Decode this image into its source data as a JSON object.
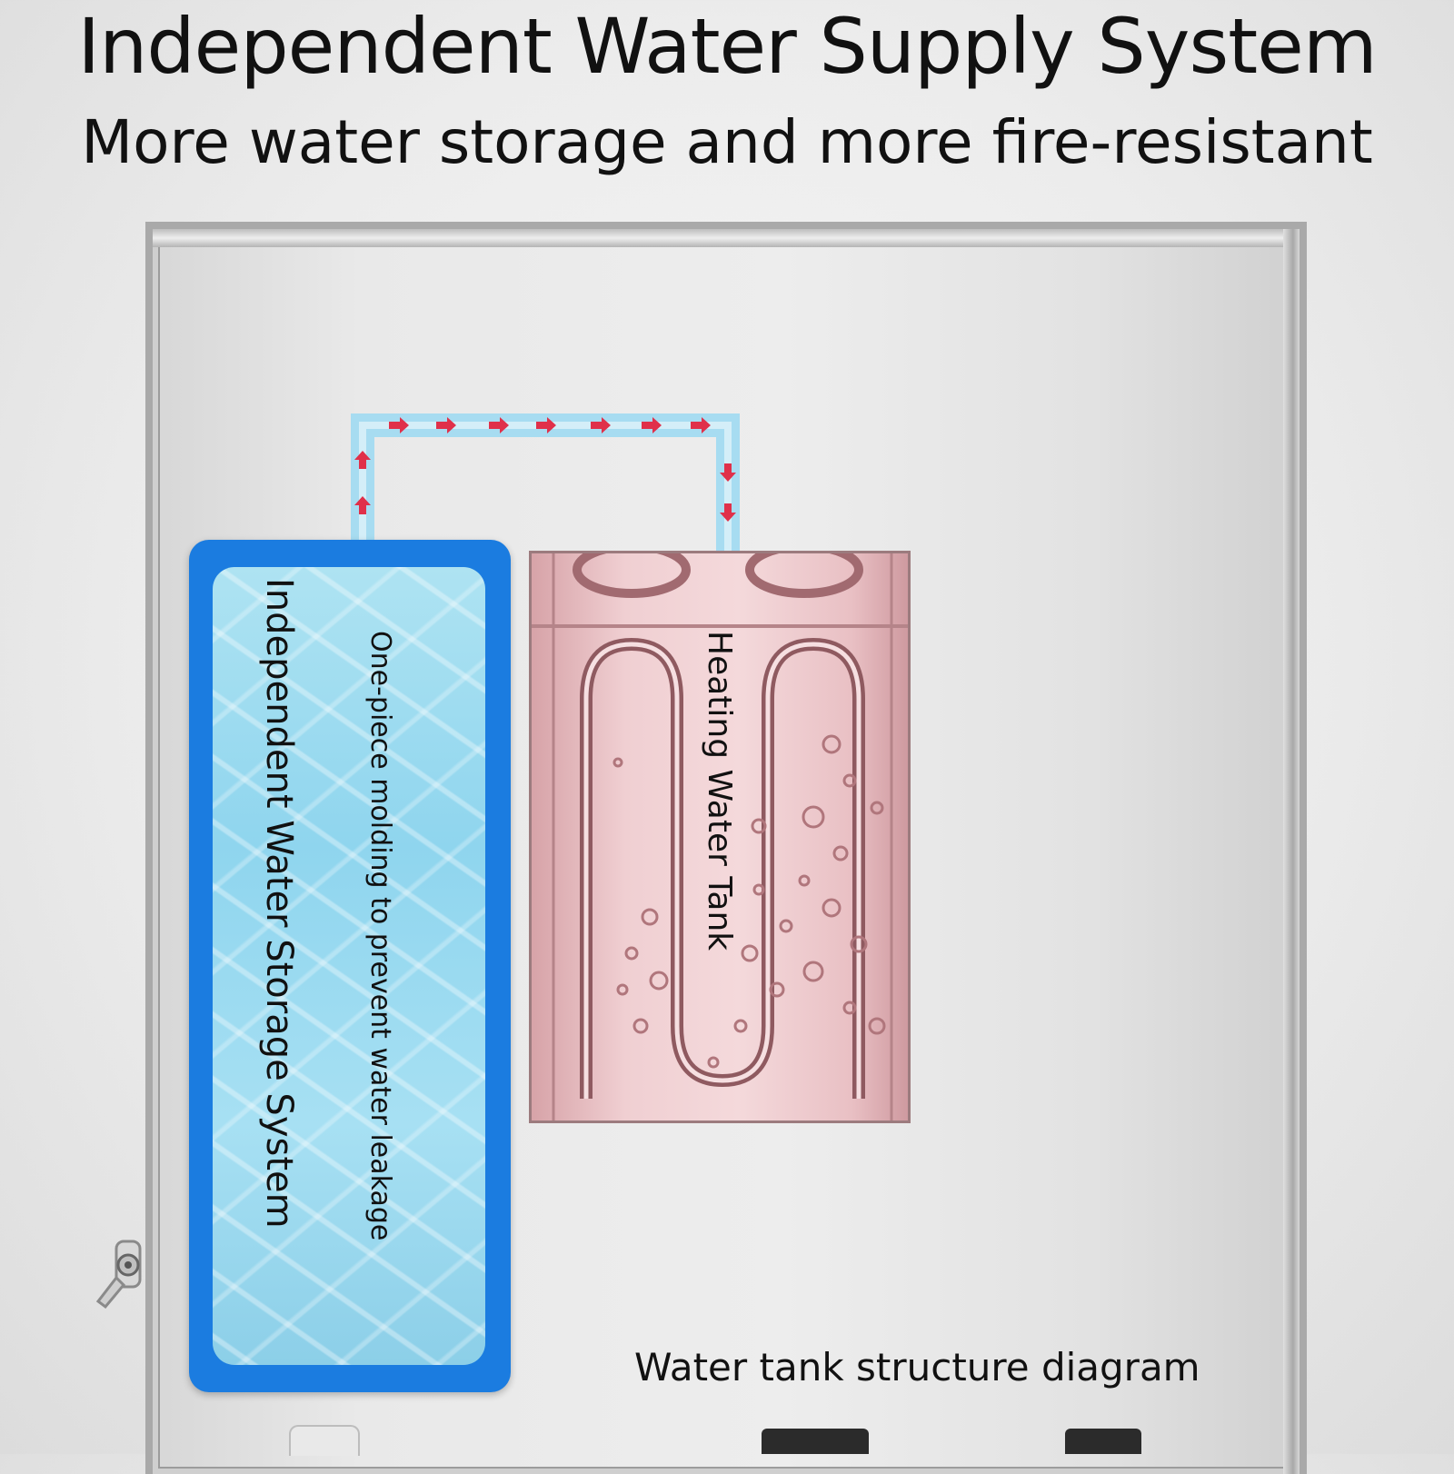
{
  "header": {
    "title": "Independent Water Supply System",
    "subtitle": "More water storage and more fire-resistant"
  },
  "diagram": {
    "storage_tank": {
      "label": "Independent Water Storage System",
      "note": "One-piece molding to prevent water leakage"
    },
    "heating_tank": {
      "label": "Heating Water Tank"
    },
    "caption": "Water tank structure diagram"
  },
  "colors": {
    "storage_frame": "#1b7ce0",
    "storage_water": "#9fdcf0",
    "heating_water": "#f0cfd2",
    "pipe": "#a7dcf1",
    "flow_arrow": "#e0304a",
    "cabinet_metal": "#e6e6e6"
  },
  "icons": {
    "flow_arrows": "red-arrow-icon",
    "valve": "valve-icon"
  }
}
